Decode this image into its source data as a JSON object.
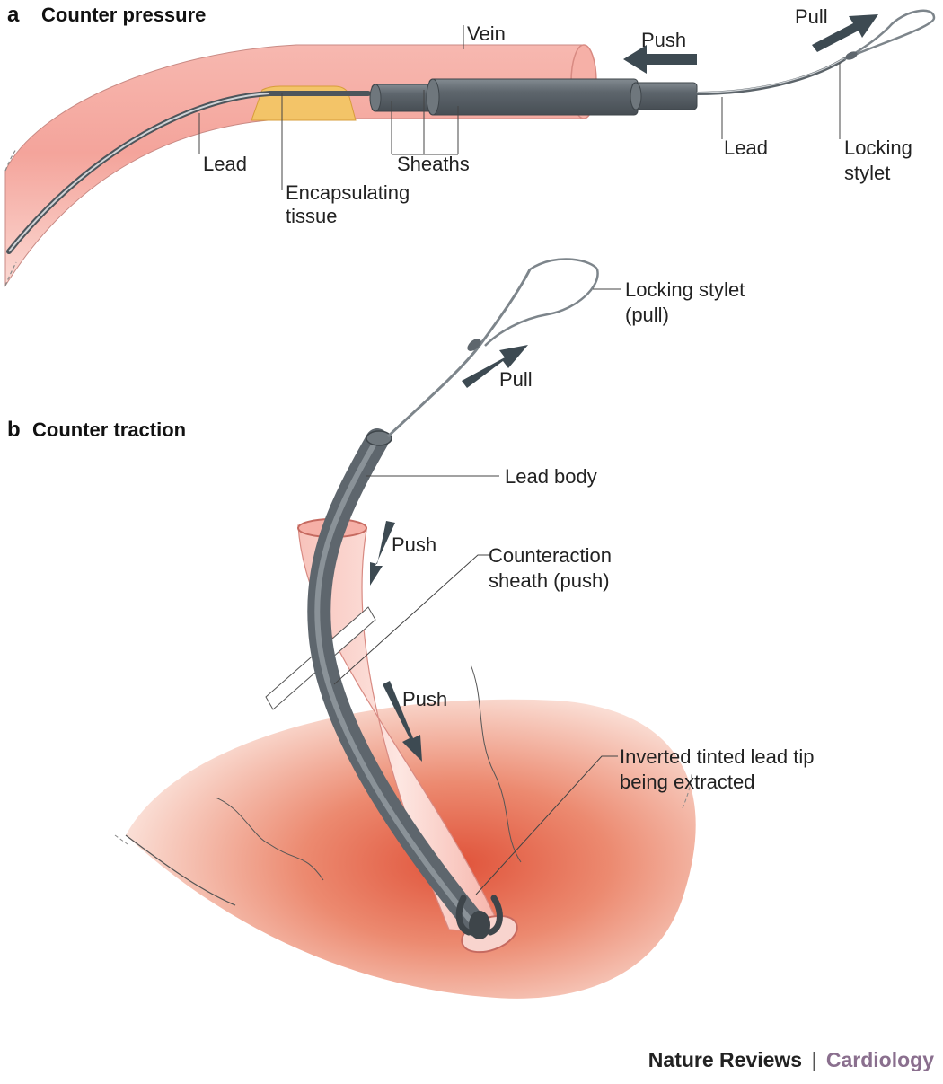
{
  "panel_a": {
    "letter": "a",
    "title": "Counter pressure",
    "labels": {
      "vein": "Vein",
      "push": "Push",
      "pull": "Pull",
      "lead_left": "Lead",
      "encapsulating_1": "Encapsulating",
      "encapsulating_2": "tissue",
      "sheaths": "Sheaths",
      "lead_right": "Lead",
      "locking_1": "Locking",
      "locking_2": "stylet"
    }
  },
  "panel_b": {
    "letter": "b",
    "title": "Counter traction",
    "labels": {
      "locking_1": "Locking stylet",
      "locking_2": "(pull)",
      "pull": "Pull",
      "lead_body": "Lead body",
      "push_upper": "Push",
      "counteraction_1": "Counteraction",
      "counteraction_2": "sheath (push)",
      "push_lower": "Push",
      "tip_1": "Inverted tinted lead tip",
      "tip_2": "being extracted"
    }
  },
  "footer": {
    "journal": "Nature Reviews",
    "separator": "|",
    "section": "Cardiology"
  },
  "colors": {
    "vein": "#f2a8a0",
    "sheath": "#5e666d",
    "tissue": "#f3c468",
    "heart": "#e5684c",
    "arrow": "#3d4a52"
  }
}
